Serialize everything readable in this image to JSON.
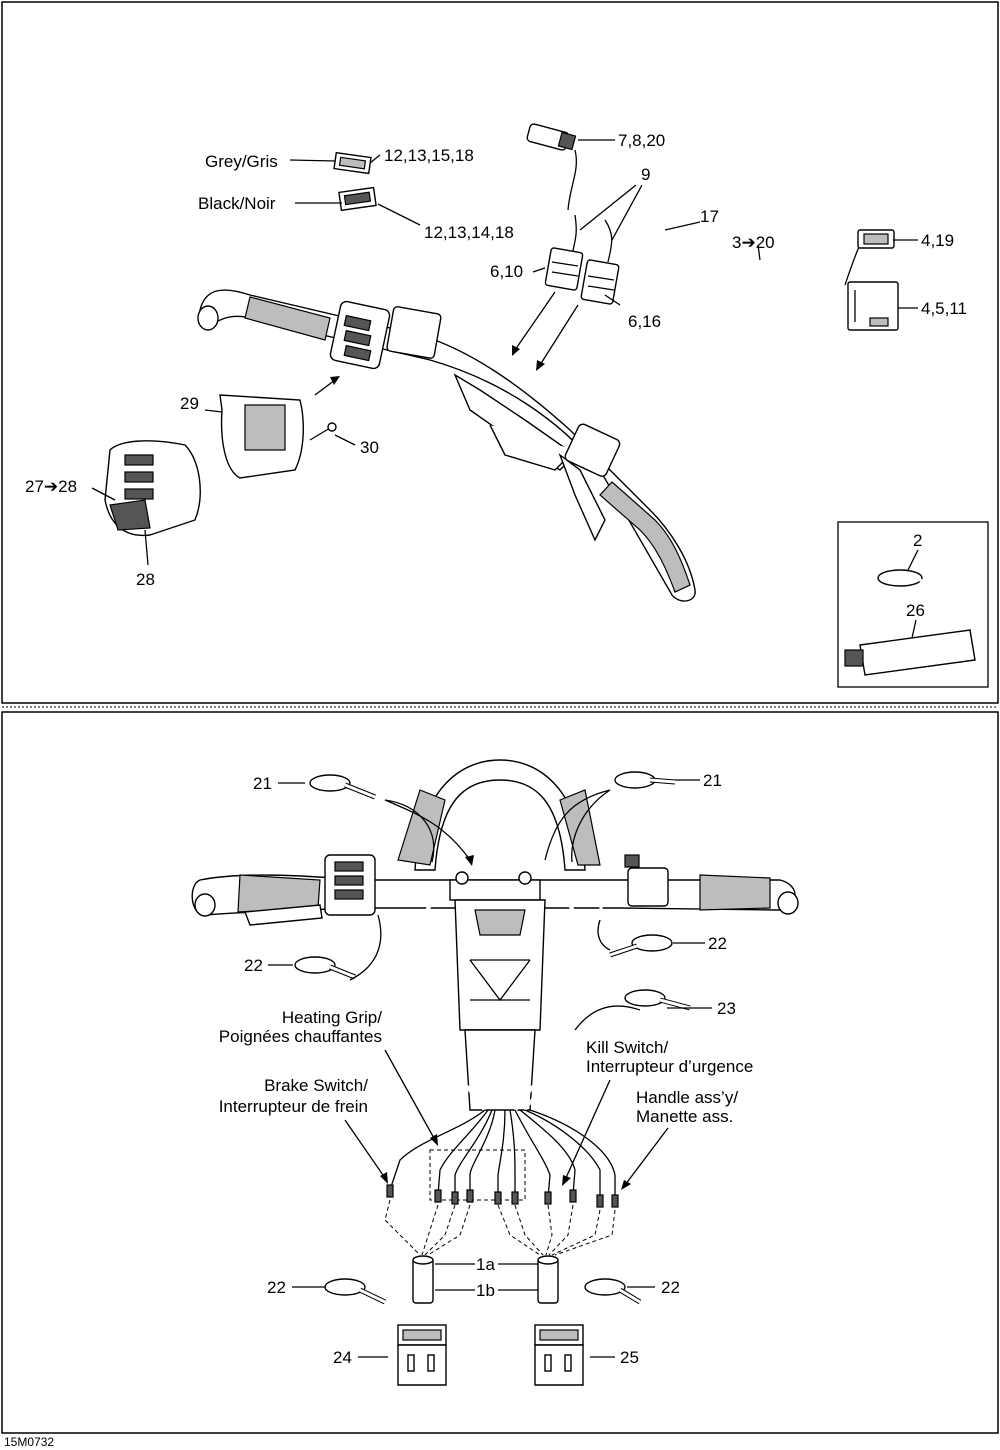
{
  "top_panel": {
    "labels": {
      "grey_gris": "Grey/Gris",
      "black_noir": "Black/Noir",
      "ref_12_13_15_18": "12,13,15,18",
      "ref_12_13_14_18": "12,13,14,18",
      "ref_7_8_20": "7,8,20",
      "ref_9": "9",
      "ref_17": "17",
      "ref_3_20": "3➔20",
      "ref_4_19": "4,19",
      "ref_4_5_11": "4,5,11",
      "ref_6_10": "6,10",
      "ref_6_16": "6,16",
      "ref_29": "29",
      "ref_30": "30",
      "ref_27_28": "27➔28",
      "ref_28": "28"
    },
    "inset": {
      "ref_2": "2",
      "ref_26": "26"
    }
  },
  "bottom_panel": {
    "labels": {
      "ref_21_left": "21",
      "ref_21_right": "21",
      "ref_22_right": "22",
      "ref_22_left": "22",
      "ref_23": "23",
      "heating_grip_en": "Heating Grip/",
      "heating_grip_fr": "Poignées chauffantes",
      "kill_switch_en": "Kill Switch/",
      "kill_switch_fr": "Interrupteur d’urgence",
      "brake_switch_en": "Brake Switch/",
      "brake_switch_fr": "Interrupteur de frein",
      "handle_en": "Handle ass’y/",
      "handle_fr": "Manette ass.",
      "ref_1a": "1a",
      "ref_1b": "1b",
      "ref_22_bottom_left": "22",
      "ref_22_bottom_right": "22",
      "ref_24": "24",
      "ref_25": "25"
    }
  },
  "footer": {
    "drawing_code": "15M0732"
  }
}
